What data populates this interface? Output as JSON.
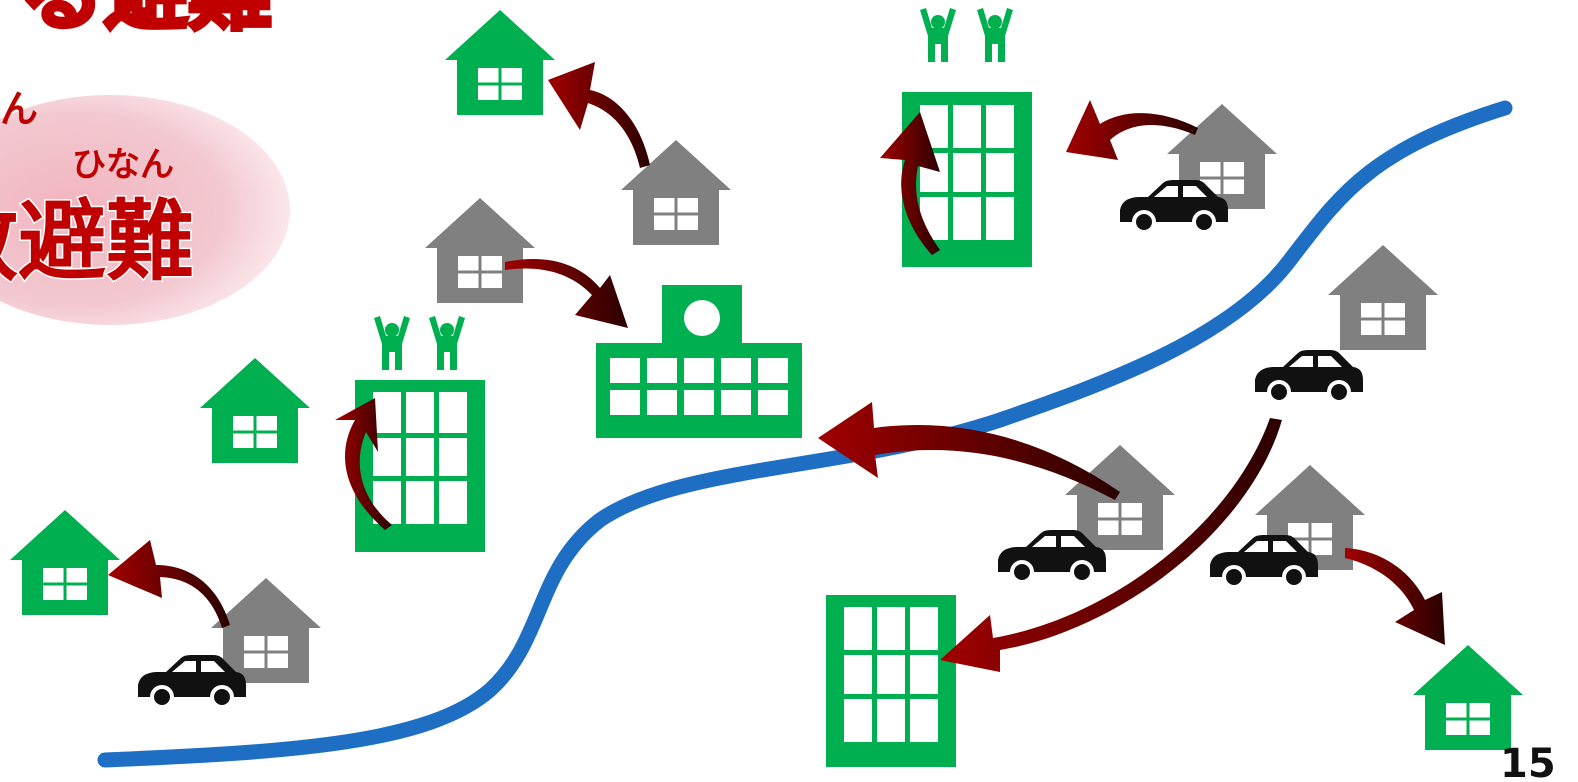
{
  "slide": {
    "title_fragment": "る避難",
    "ruby_left": "ん",
    "ruby_right": "ひなん",
    "badge_text": "散避難",
    "page_number": "15"
  },
  "colors": {
    "safe_green": "#00b050",
    "risk_gray": "#808080",
    "river_blue": "#1e6fc4",
    "arrow_dark": "#8b0000",
    "badge_pink": "#f3c6cf",
    "title_red": "#c00000",
    "car_black": "#111111"
  },
  "icons": [
    "house-icon",
    "building-icon",
    "school-icon",
    "car-icon",
    "person-icon",
    "evacuation-arrow",
    "river-line"
  ]
}
